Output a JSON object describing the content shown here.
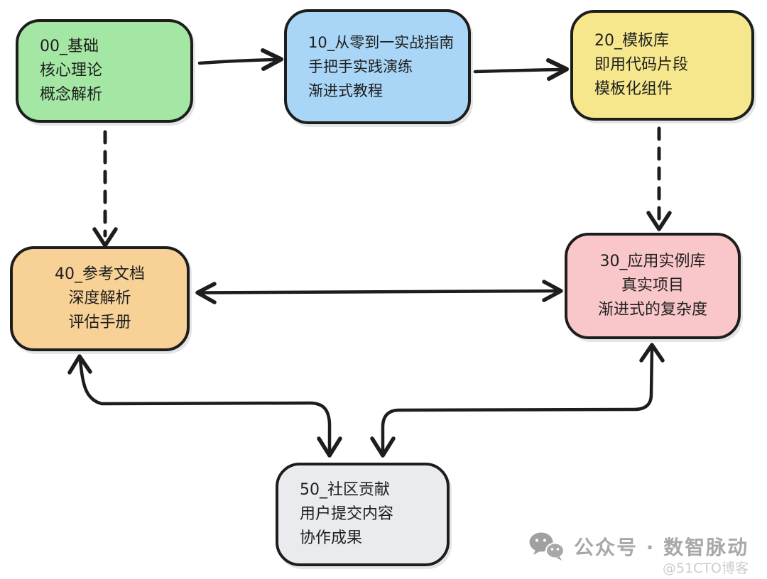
{
  "diagram": {
    "nodes": {
      "n00": {
        "id": "00",
        "lines": [
          "00_基础",
          "核心理论",
          "概念解析"
        ],
        "fill": "#a4e6a4"
      },
      "n10": {
        "id": "10",
        "lines": [
          "10_从零到一实战指南",
          "手把手实践演练",
          "渐进式教程"
        ],
        "fill": "#a9d6f6"
      },
      "n20": {
        "id": "20",
        "lines": [
          "20_模板库",
          "即用代码片段",
          "模板化组件"
        ],
        "fill": "#f6e78c"
      },
      "n40": {
        "id": "40",
        "lines": [
          "40_参考文档",
          "深度解析",
          "评估手册"
        ],
        "fill": "#f8d197"
      },
      "n30": {
        "id": "30",
        "lines": [
          "30_应用实例库",
          "真实项目",
          "渐进式的复杂度"
        ],
        "fill": "#f9c7c9"
      },
      "n50": {
        "id": "50",
        "lines": [
          "50_社区贡献",
          "用户提交内容",
          "协作成果"
        ],
        "fill": "#e9ebee"
      }
    },
    "edges": [
      {
        "from": "00",
        "to": "10",
        "style": "solid",
        "direction": "forward"
      },
      {
        "from": "10",
        "to": "20",
        "style": "solid",
        "direction": "forward"
      },
      {
        "from": "00",
        "to": "40",
        "style": "dashed",
        "direction": "forward"
      },
      {
        "from": "20",
        "to": "30",
        "style": "dashed",
        "direction": "forward"
      },
      {
        "from": "40",
        "to": "30",
        "style": "solid",
        "direction": "both"
      },
      {
        "from": "40",
        "to": "50",
        "style": "solid",
        "direction": "both"
      },
      {
        "from": "30",
        "to": "50",
        "style": "solid",
        "direction": "both"
      }
    ],
    "stroke_color": "#1d1d1d"
  },
  "watermark": {
    "icon": "wechat-icon",
    "label": "公众号 · 数智脉动",
    "handle": "@51CTO博客"
  }
}
